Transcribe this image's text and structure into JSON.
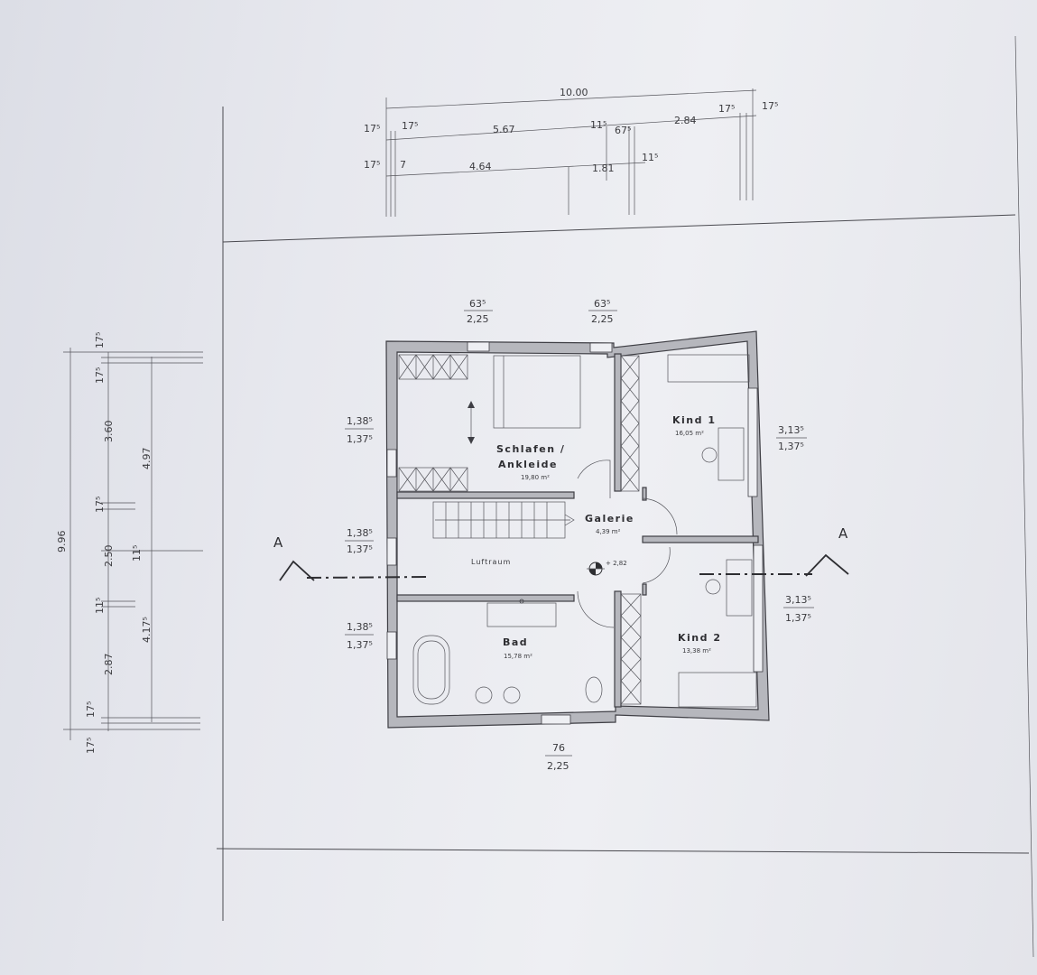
{
  "top_dimensions": {
    "total": "10.00",
    "row1": [
      "17⁵",
      "17⁵",
      "5.67",
      "11⁵",
      "67⁵",
      "2.84",
      "17⁵",
      "17⁵"
    ],
    "row2": [
      "17⁵",
      "7",
      "4.64",
      "1.81",
      "11⁵"
    ]
  },
  "left_dimensions": {
    "total": "9.96",
    "col1": [
      "17⁵",
      "17⁵",
      "3.60",
      "17⁵",
      "2.50",
      "11⁵",
      "2.87",
      "17⁵",
      "17⁵"
    ],
    "col2": [
      "4.97",
      "11⁵",
      "4.17⁵"
    ]
  },
  "window_labels": {
    "top_left": [
      "63⁵",
      "2,25"
    ],
    "top_right": [
      "63⁵",
      "2,25"
    ],
    "left_1": [
      "1,38⁵",
      "1,37⁵"
    ],
    "left_2": [
      "1,38⁵",
      "1,37⁵"
    ],
    "left_3": [
      "1,38⁵",
      "1,37⁵"
    ],
    "right_1": [
      "3,13⁵",
      "1,37⁵"
    ],
    "right_2": [
      "3,13⁵",
      "1,37⁵"
    ],
    "bottom": [
      "76",
      "2,25"
    ]
  },
  "rooms": {
    "schlafen": {
      "name_line1": "Schlafen /",
      "name_line2": "Ankleide",
      "area": "19,80 m²"
    },
    "kind1": {
      "name": "Kind 1",
      "area": "16,05 m²"
    },
    "galerie": {
      "name": "Galerie",
      "area": "4,39 m²"
    },
    "luftraum": {
      "name": "Luftraum"
    },
    "bad": {
      "name": "Bad",
      "area": "15,78 m²"
    },
    "kind2": {
      "name": "Kind 2",
      "area": "13,38 m²"
    }
  },
  "level_marker": "+ 2,82",
  "section_label_left": "A",
  "section_label_right": "A",
  "colors": {
    "paper": "#e7e8ee",
    "ink": "#3e3e44",
    "wall_fill": "#b6b7bd"
  }
}
